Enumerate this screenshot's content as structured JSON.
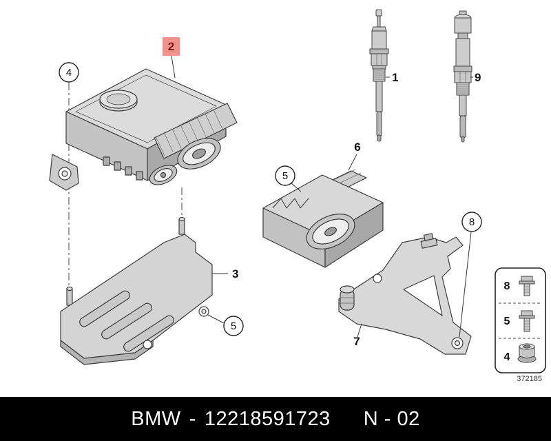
{
  "diagram": {
    "drawing_number": "372185",
    "callouts": {
      "c1": "1",
      "c2": "2",
      "c3": "3",
      "c4": "4",
      "c5a": "5",
      "c5b": "5",
      "c6": "6",
      "c7": "7",
      "c8": "8",
      "c9": "9"
    },
    "legend": {
      "rows": [
        {
          "label": "8",
          "icon": "hex-bolt-icon"
        },
        {
          "label": "5",
          "icon": "hex-bolt-icon"
        },
        {
          "label": "4",
          "icon": "hex-nut-icon"
        }
      ]
    }
  },
  "footer": {
    "brand": "BMW",
    "separator": "-",
    "part_number": "12218591723",
    "page_code": "N - 02"
  },
  "colors": {
    "highlight_bg": "#f2928c",
    "highlight_text": "#7e120c",
    "footer_bg": "#000000",
    "footer_text": "#ffffff",
    "line_color": "#3c3c3c"
  }
}
